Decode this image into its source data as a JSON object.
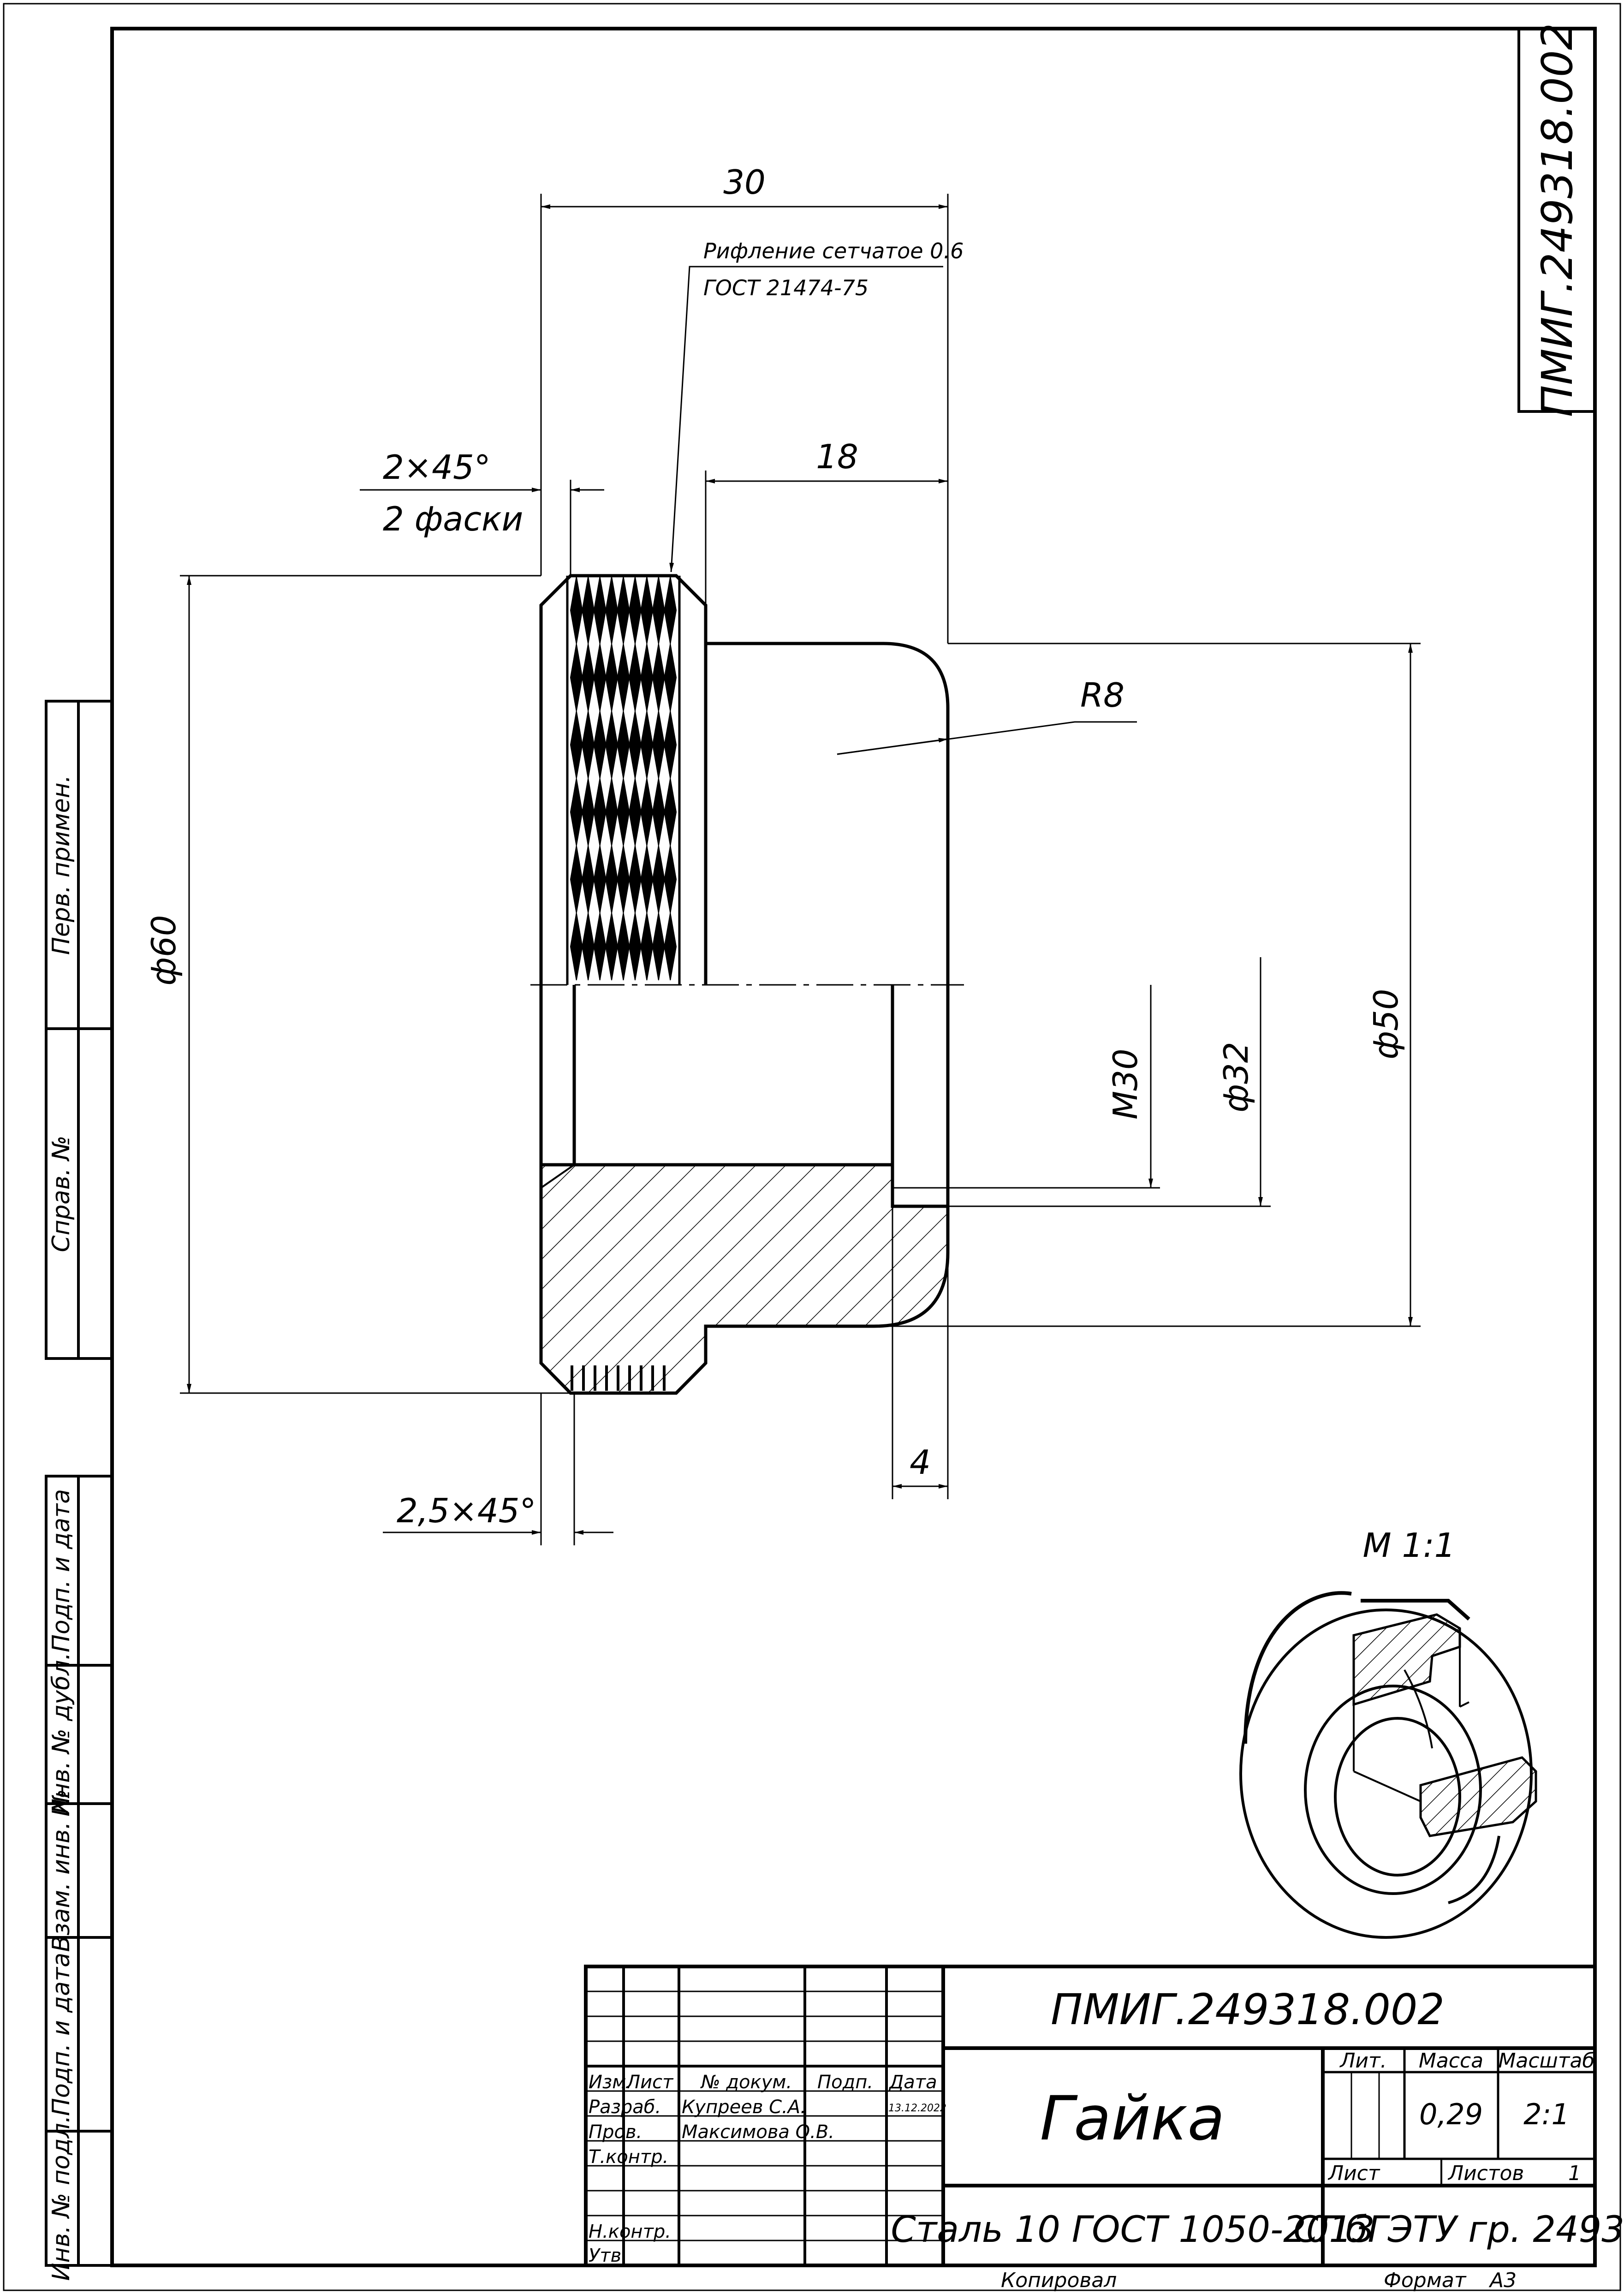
{
  "drawing_number": "ПМИГ.249318.002",
  "drawing_number_rotated": "ПМИГ.249318.002",
  "part_name": "Гайка",
  "material": "Сталь 10  ГОСТ 1050-2013",
  "organization": "СПбГЭТУ гр. 2493",
  "copied_label": "Копировал",
  "format_label": "Формат",
  "format_value": "А3",
  "scale_note": "М 1:1",
  "dimensions": {
    "width_total": "30",
    "width_hub": "18",
    "dia_outer": "ф60",
    "dia_hub": "ф50",
    "dia_bore": "ф32",
    "thread": "М30",
    "radius": "R8",
    "chamfer1_a": "2×45°",
    "chamfer1_b": "2 фаски",
    "chamfer2": "2,5×45°",
    "undercut": "4",
    "knurl_a": "Рифление сетчатое 0.6",
    "knurl_b": "ГОСТ 21474-75"
  },
  "side_stamp": [
    {
      "label": "Перв. примен."
    },
    {
      "label": "Справ. №"
    },
    {
      "label": "Подп. и дата"
    },
    {
      "label": "Инв. № дубл."
    },
    {
      "label": "Взам. инв. №"
    },
    {
      "label": "Подп. и дата"
    },
    {
      "label": "Инв. № подл."
    }
  ],
  "title_block": {
    "headers": {
      "izm": "Изм.",
      "list": "Лист",
      "doc": "№ докум.",
      "sign": "Подп.",
      "date": "Дата"
    },
    "roles": {
      "developer": "Разраб.",
      "checker": "Пров.",
      "tcontrol": "Т.контр.",
      "ncontrol": "Н.контр.",
      "approved": "Утв."
    },
    "developer_name": "Купреев С.А.",
    "checker_name": "Максимова О.В.",
    "date_value": "13.12.2022",
    "lit_label": "Лит.",
    "mass_label": "Масса",
    "scale_label": "Масштаб",
    "mass_value": "0,29",
    "scale_value": "2:1",
    "sheet_label": "Лист",
    "sheets_label": "Листов",
    "sheets_value": "1"
  }
}
